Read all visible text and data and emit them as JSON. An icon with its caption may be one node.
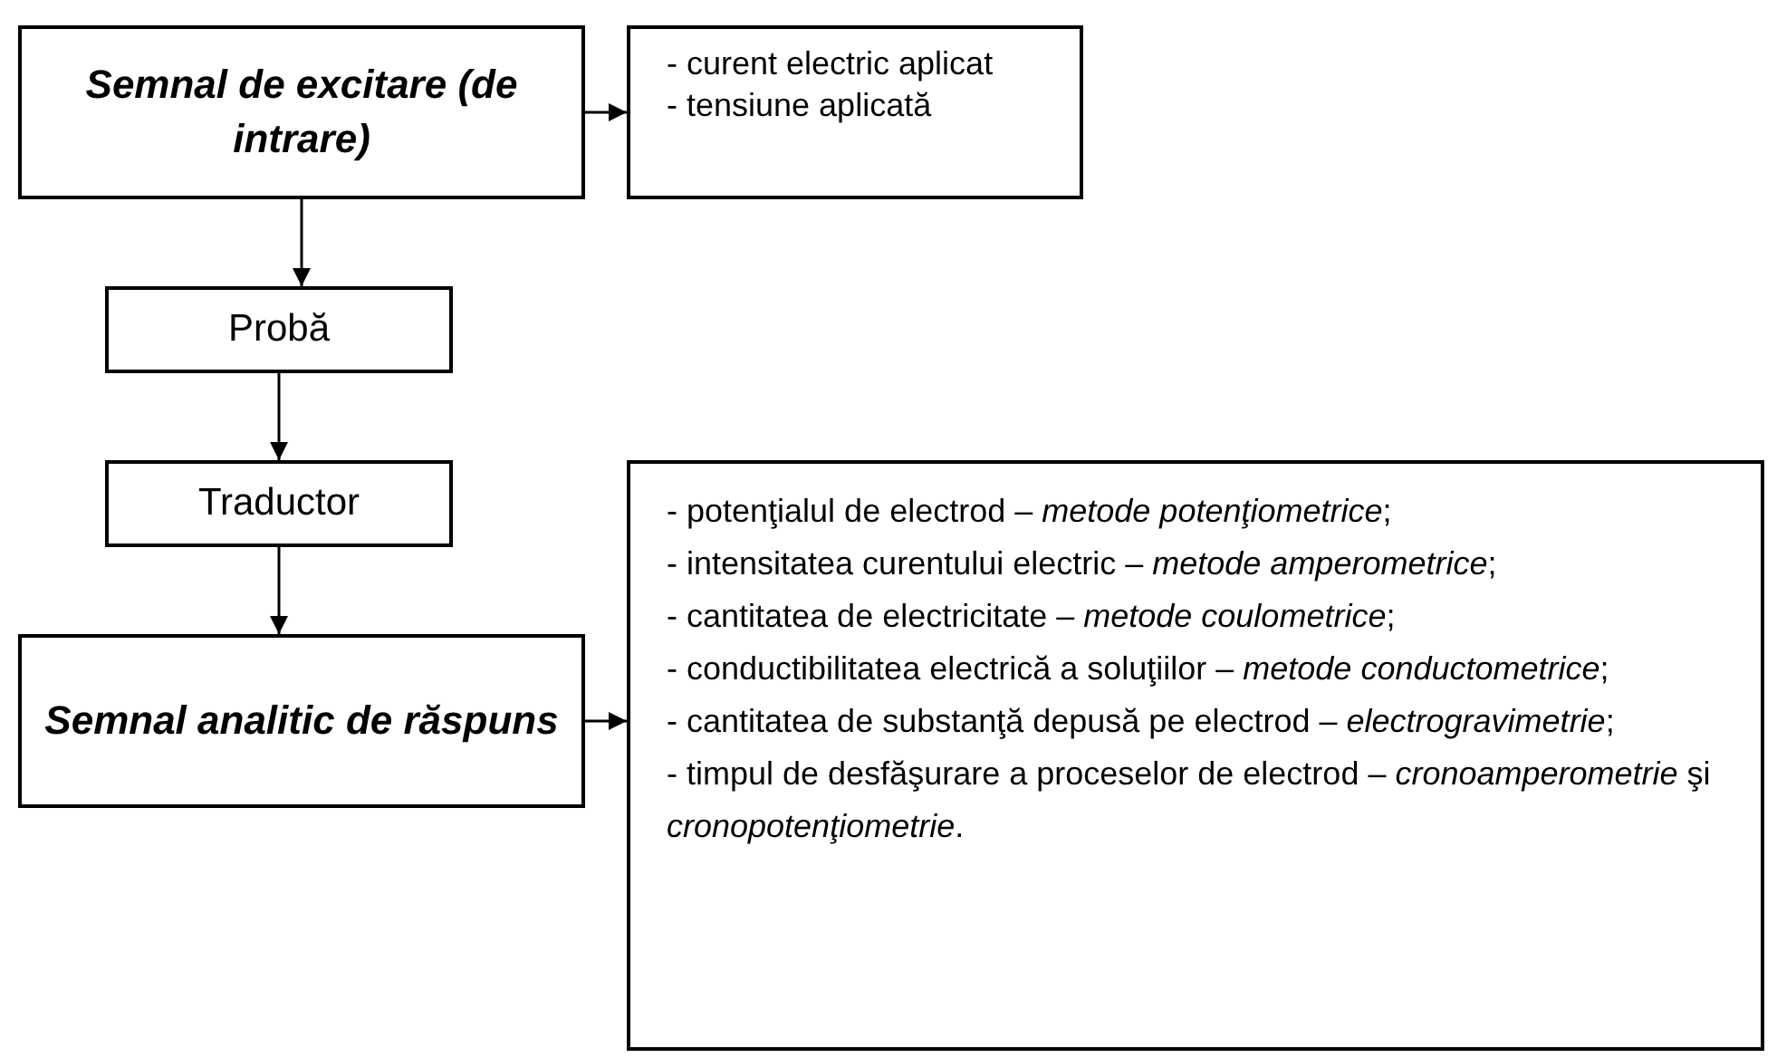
{
  "diagram": {
    "nodes": [
      {
        "text": [
          "Semnal de excitare (de intrare)"
        ]
      },
      {
        "text": [
          "- curent electric aplicat",
          "- tensiune aplicată"
        ]
      },
      {
        "text": [
          "Probă"
        ]
      },
      {
        "text": [
          "Traductor"
        ]
      },
      {
        "text": [
          "Semnal analitic de răspuns"
        ]
      },
      {
        "text": [
          "- potenţialul de electrod – *metode potenţiometrice*;",
          "- intensitatea curentului electric – *metode amperometrice*;",
          "- cantitatea de electricitate – *metode coulometrice*;",
          "- conductibilitatea electrică a soluţiilor – *metode conductometrice*;",
          "- cantitatea de substanţă depusă pe electrod – *electrogravimetrie*;",
          "- timpul de desfăşurare a proceselor de electrod – *cronoamperometrie* şi *cronopotenţiometrie*."
        ]
      }
    ],
    "edges": [
      {
        "from": 0,
        "to": 1,
        "arrow": "to"
      },
      {
        "from": 0,
        "to": 2,
        "arrow": "to"
      },
      {
        "from": 2,
        "to": 3,
        "arrow": "to"
      },
      {
        "from": 3,
        "to": 4,
        "arrow": "to"
      },
      {
        "from": 4,
        "to": 5,
        "arrow": "to"
      }
    ]
  }
}
